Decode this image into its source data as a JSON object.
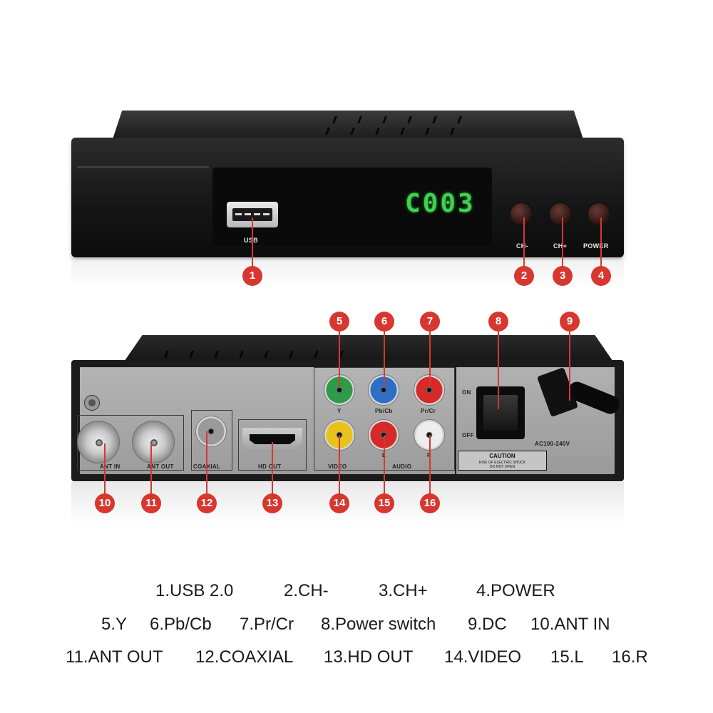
{
  "front": {
    "usb_label": "USB",
    "display_text": "C003",
    "buttons": [
      {
        "label": "CH-"
      },
      {
        "label": "CH+"
      },
      {
        "label": "POWER"
      }
    ]
  },
  "rear": {
    "labels": {
      "ant_in": "ANT IN",
      "ant_out": "ANT OUT",
      "coaxial": "COAXIAL",
      "hd_out": "HD OUT",
      "video": "VIDEO",
      "audio": "AUDIO",
      "y": "Y",
      "pb_cb": "Pb/Cb",
      "pr_cr": "Pr/Cr",
      "l": "L",
      "r": "R",
      "on": "ON",
      "off": "OFF",
      "power_rating": "AC100-240V",
      "caution": "CAUTION",
      "caution_line1": "RISK OF ELECTRIC SHOCK",
      "caution_line2": "DO NOT OPEN"
    }
  },
  "badges": [
    "1",
    "2",
    "3",
    "4",
    "5",
    "6",
    "7",
    "8",
    "9",
    "10",
    "11",
    "12",
    "13",
    "14",
    "15",
    "16"
  ],
  "legend": {
    "row1": [
      "1.USB 2.0",
      "2.CH-",
      "3.CH+",
      "4.POWER"
    ],
    "row2": [
      "5.Y",
      "6.Pb/Cb",
      "7.Pr/Cr",
      "8.Power switch",
      "9.DC",
      "10.ANT IN"
    ],
    "row3": [
      "11.ANT OUT",
      "12.COAXIAL",
      "13.HD OUT",
      "14.VIDEO",
      "15.L",
      "16.R"
    ]
  },
  "colors": {
    "badge": "#d7372e",
    "led": "#3fd04f",
    "rca_green": "#2f9a4a",
    "rca_blue": "#2d6fc6",
    "rca_red": "#d62a2a",
    "rca_yellow": "#e8c21a"
  }
}
